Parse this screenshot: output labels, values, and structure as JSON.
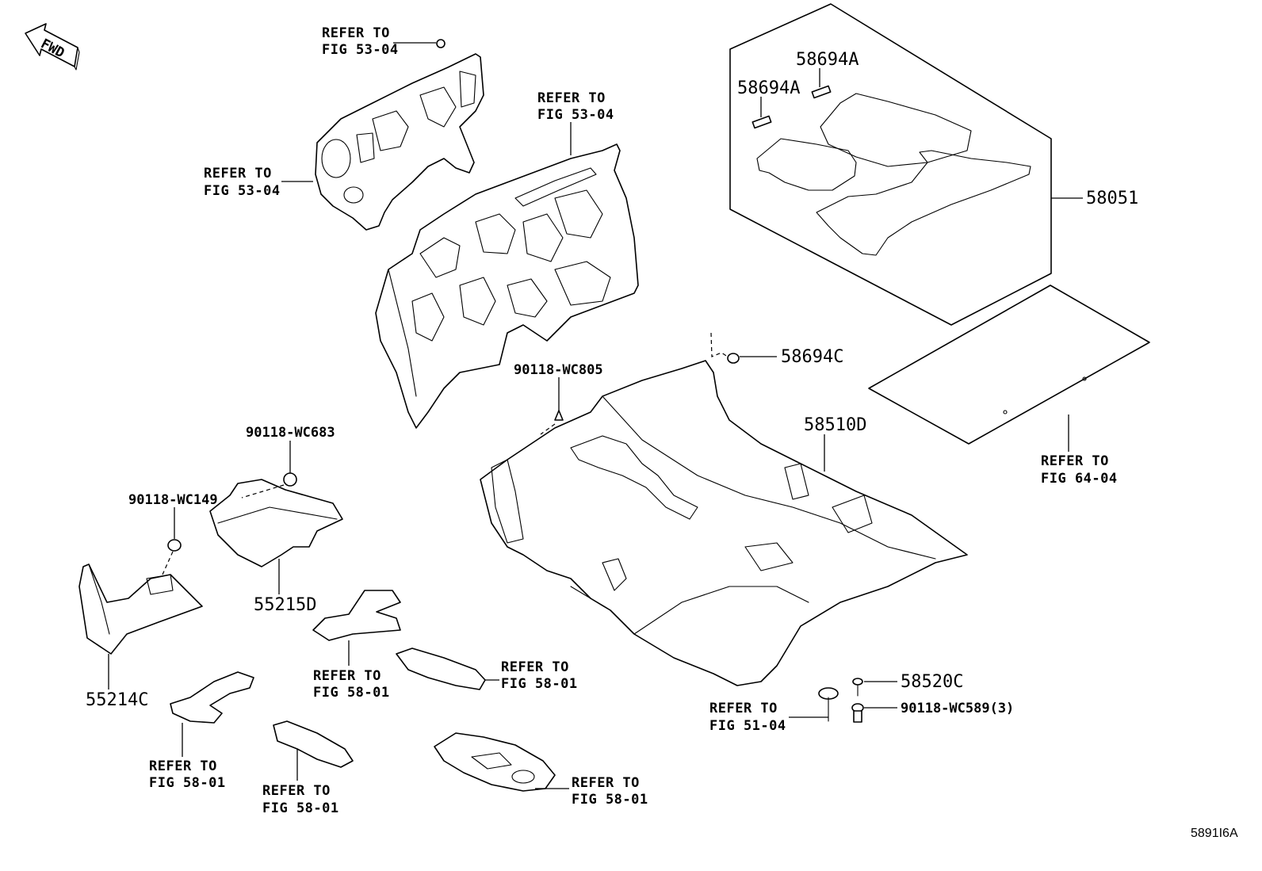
{
  "fwd_label": "FWD",
  "figure_id": "5891I6A",
  "callouts": {
    "refer_53_04_top": {
      "line1": "REFER TO",
      "line2": "FIG 53-04"
    },
    "refer_53_04_left": {
      "line1": "REFER TO",
      "line2": "FIG 53-04"
    },
    "refer_53_04_mid": {
      "line1": "REFER TO",
      "line2": "FIG 53-04"
    },
    "refer_64_04": {
      "line1": "REFER TO",
      "line2": "FIG 64-04"
    },
    "refer_51_04": {
      "line1": "REFER TO",
      "line2": "FIG 51-04"
    },
    "refer_58_01_a": {
      "line1": "REFER TO",
      "line2": "FIG 58-01"
    },
    "refer_58_01_b": {
      "line1": "REFER TO",
      "line2": "FIG 58-01"
    },
    "refer_58_01_c": {
      "line1": "REFER TO",
      "line2": "FIG 58-01"
    },
    "refer_58_01_d": {
      "line1": "REFER TO",
      "line2": "FIG 58-01"
    },
    "refer_58_01_e": {
      "line1": "REFER TO",
      "line2": "FIG 58-01"
    }
  },
  "parts": {
    "p58694A_1": "58694A",
    "p58694A_2": "58694A",
    "p58051": "58051",
    "p58694C": "58694C",
    "p58510D": "58510D",
    "p90118_WC805": "90118-WC805",
    "p90118_WC683": "90118-WC683",
    "p90118_WC149": "90118-WC149",
    "p55215D": "55215D",
    "p55214C": "55214C",
    "p58520C": "58520C",
    "p90118_WC589": "90118-WC589(3)"
  }
}
